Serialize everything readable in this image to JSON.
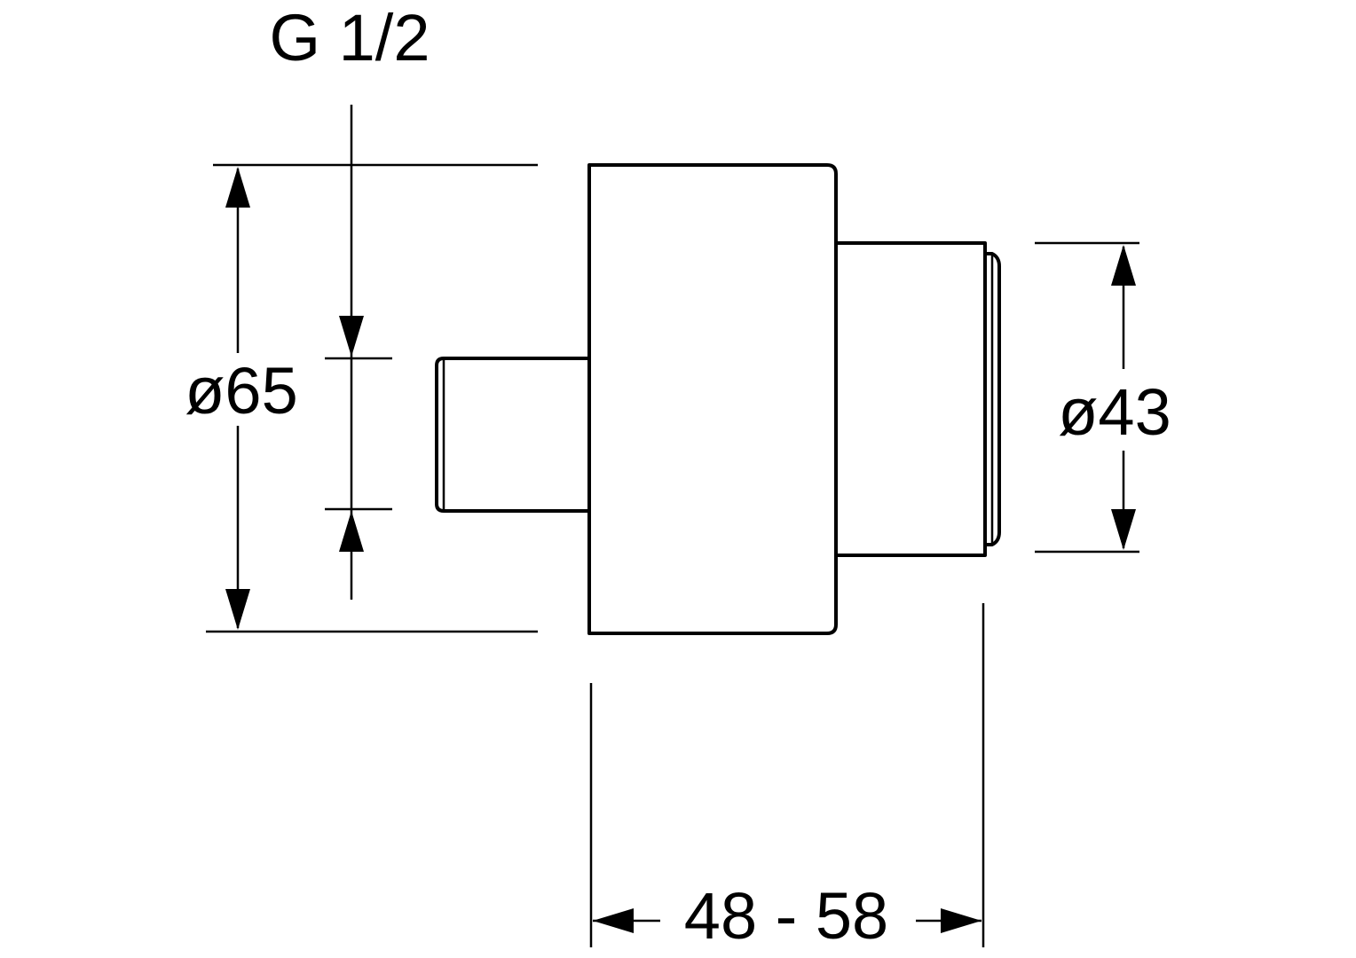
{
  "drawing": {
    "thread_label": "G 1/2",
    "diameter_large_label": "ø65",
    "diameter_small_label": "ø43",
    "length_label": "48 - 58"
  },
  "colors": {
    "line": "#000000",
    "background": "#ffffff"
  }
}
